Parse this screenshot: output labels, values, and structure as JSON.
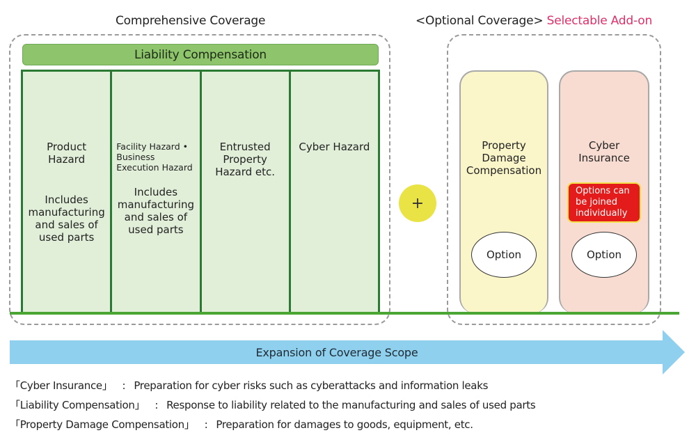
{
  "headers": {
    "comprehensive": "Comprehensive Coverage",
    "optional": "<Optional Coverage>",
    "optional_accent": "Selectable Add-on"
  },
  "comprehensive": {
    "liability_label": "Liability Compensation",
    "hazards": [
      {
        "title": "Product\nHazard",
        "note": "Includes\nmanufacturing\nand sales of\nused parts"
      },
      {
        "title": "Facility Hazard •\nBusiness\nExecution Hazard",
        "note": "Includes\nmanufacturing\nand sales of\nused parts"
      },
      {
        "title": "Entrusted\nProperty\nHazard etc.",
        "note": ""
      },
      {
        "title": "Cyber Hazard",
        "note": ""
      }
    ]
  },
  "plus_symbol": "+",
  "optional": {
    "cards": [
      {
        "title": "Property\nDamage\nCompensation",
        "badge": "",
        "option_label": "Option"
      },
      {
        "title": "Cyber\nInsurance",
        "badge": "Options can\nbe joined\nindividually",
        "option_label": "Option"
      }
    ]
  },
  "arrow": {
    "label": "Expansion of Coverage Scope"
  },
  "legend": [
    {
      "term": "Cyber Insurance",
      "separator": ":",
      "description": "Preparation for cyber risks such as cyberattacks and information leaks"
    },
    {
      "term": "Liability Compensation",
      "separator": ":",
      "description": "Response to liability related to the manufacturing and sales of used parts"
    },
    {
      "term": "Property Damage Compensation",
      "separator": ":",
      "description": "Preparation for damages to goods, equipment, etc."
    }
  ],
  "colors": {
    "liability_green": "#8dc46c",
    "hazard_fill": "#e1efd9",
    "hazard_border": "#2b7a33",
    "baseline_green": "#4aa535",
    "plus_yellow": "#eae346",
    "property_card": "#faf6c9",
    "cyber_card": "#f8dcd1",
    "badge_red": "#e31b1b",
    "accent_pink": "#e0306a",
    "arrow_blue": "#8fd0ee"
  }
}
